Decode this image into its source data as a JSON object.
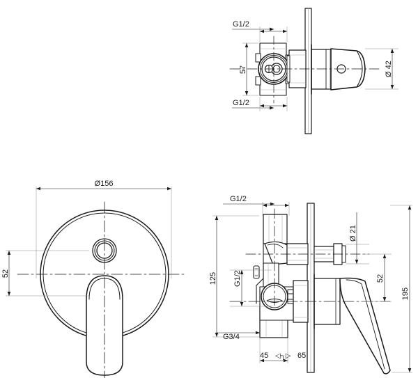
{
  "document": {
    "type": "technical-drawing",
    "title": "Concealed bath/shower mixer valve - dimensioned drawing",
    "background_color": "#ffffff",
    "line_color": "#1a1a1a",
    "views": [
      {
        "name": "top-side-elevation",
        "description": "Side elevation of valve body with wall plate, cartridge and handle"
      },
      {
        "name": "front-plate-view",
        "description": "Front view of round escutcheon plate with diverter button and lever handle"
      },
      {
        "name": "side-section-view",
        "description": "Side section view of valve body with inlet/outlet connections and lever"
      }
    ]
  },
  "dimensions": {
    "top_view": {
      "thread_top": "G1/2",
      "thread_bottom": "G1/2",
      "height_57": "57",
      "diameter_42": "Ø 42"
    },
    "front_view": {
      "plate_diameter": "Ø156",
      "button_offset_52": "52"
    },
    "side_view": {
      "thread_top": "G1/2",
      "thread_mid": "G1/2",
      "thread_bottom": "G3/4",
      "height_125": "125",
      "outlet_diameter_21": "Ø 21",
      "offset_52": "52",
      "total_195": "195",
      "depth_min": "45",
      "depth_max": "65",
      "depth_range_marker": "◁┐▷"
    }
  }
}
